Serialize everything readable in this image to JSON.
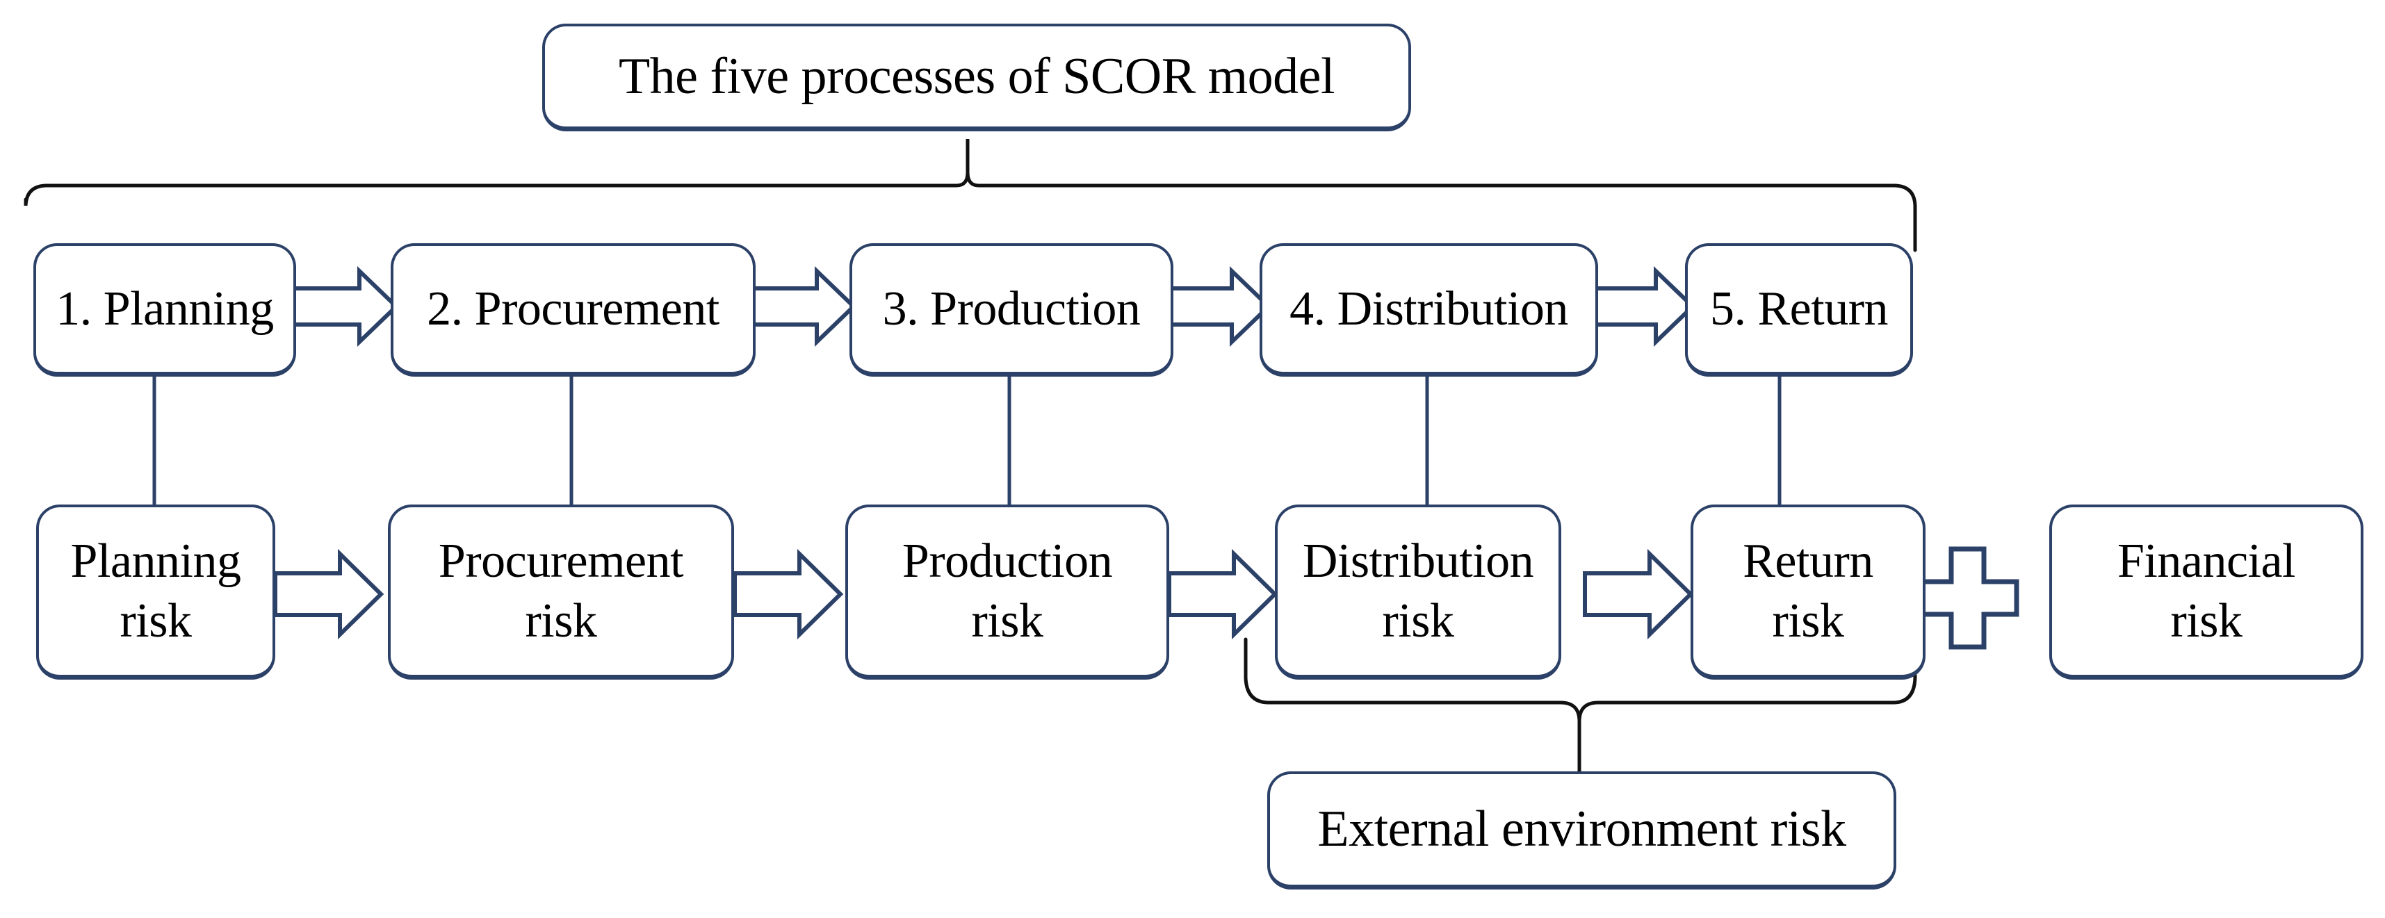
{
  "diagram": {
    "title_box": {
      "label": "The five processes of SCOR model"
    },
    "process_row": {
      "group_label": "The five processes of SCOR model",
      "items": [
        {
          "label": "1. Planning"
        },
        {
          "label": "2. Procurement"
        },
        {
          "label": "3. Production"
        },
        {
          "label": "4. Distribution"
        },
        {
          "label": "5. Return"
        }
      ]
    },
    "risk_row": {
      "items": [
        {
          "label": "Planning\nrisk"
        },
        {
          "label": "Procurement\nrisk"
        },
        {
          "label": "Production\nrisk"
        },
        {
          "label": "Distribution\nrisk"
        },
        {
          "label": "Return\nrisk"
        }
      ],
      "plus_operator": "+",
      "additional": {
        "label": "Financial\nrisk"
      }
    },
    "external_box": {
      "label": "External environment risk",
      "grouped_from": [
        "Distribution risk",
        "Return risk"
      ]
    },
    "colors": {
      "box_stroke": "#2C4168",
      "arrow_stroke": "#2C4168",
      "brace_stroke": "#000000",
      "text": "#000000",
      "background": "#FFFFFF"
    }
  }
}
